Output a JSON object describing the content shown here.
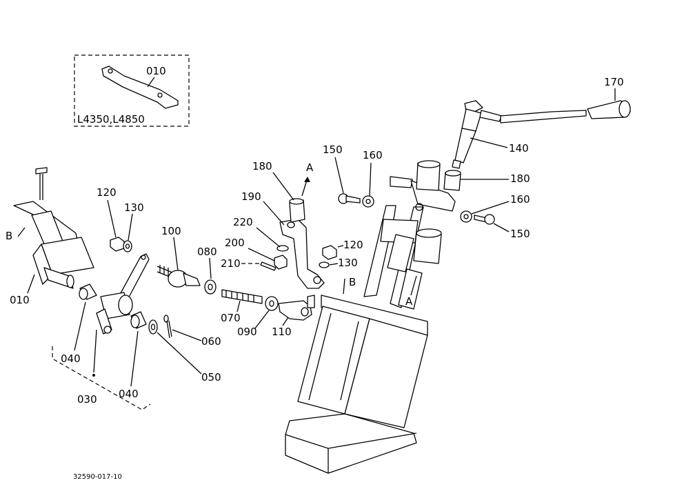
{
  "diagram": {
    "drawing_number": "32590-017-10",
    "inset_models": "L4350,L4850",
    "labels": {
      "p010_inset": "010",
      "p010": "010",
      "p030": "030",
      "p040a": "040",
      "p040b": "040",
      "p050": "050",
      "p060": "060",
      "p070": "070",
      "p080": "080",
      "p090": "090",
      "p100": "100",
      "p110": "110",
      "p120a": "120",
      "p120b": "120",
      "p130a": "130",
      "p130b": "130",
      "p140": "140",
      "p150a": "150",
      "p150b": "150",
      "p160a": "160",
      "p160b": "160",
      "p170": "170",
      "p180a": "180",
      "p180b": "180",
      "p190": "190",
      "p200": "200",
      "p210": "210",
      "p220": "220",
      "refA1": "A",
      "refA2": "A",
      "refB1": "B",
      "refB2": "B"
    }
  }
}
